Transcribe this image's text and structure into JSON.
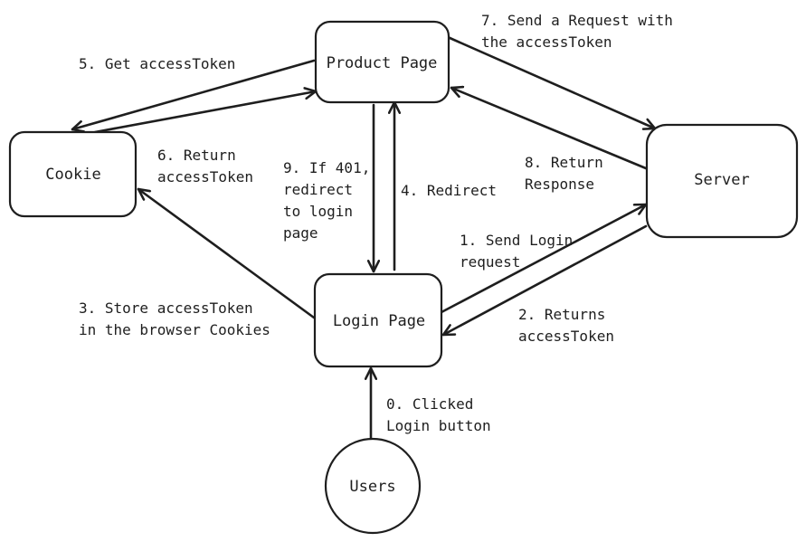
{
  "nodes": {
    "product_page": "Product Page",
    "cookie": "Cookie",
    "server": "Server",
    "login_page": "Login Page",
    "users": "Users"
  },
  "edges": {
    "e0": [
      "0. Clicked",
      "Login button"
    ],
    "e1": [
      "1. Send Login",
      "request"
    ],
    "e2": [
      "2. Returns",
      "accessToken"
    ],
    "e3": [
      "3. Store accessToken",
      "in the browser Cookies"
    ],
    "e4": [
      "4. Redirect"
    ],
    "e5": [
      "5. Get accessToken"
    ],
    "e6": [
      "6. Return",
      "accessToken"
    ],
    "e7": [
      "7. Send a Request with",
      "the accessToken"
    ],
    "e8": [
      "8. Return",
      "Response"
    ],
    "e9": [
      "9. If 401,",
      "redirect",
      "to login",
      "page"
    ]
  },
  "colors": {
    "stroke": "#1e1e1e",
    "fill": "#ffffff"
  }
}
